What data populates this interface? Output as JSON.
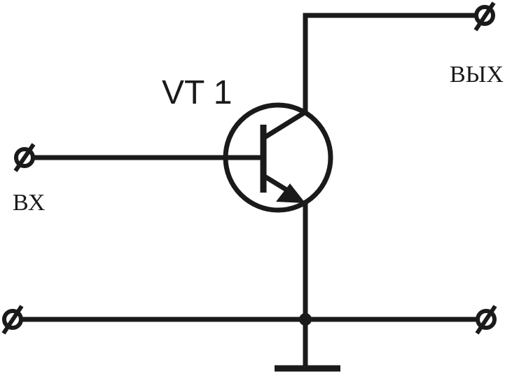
{
  "diagram": {
    "transistor_label": "VT 1",
    "input_label": "ВХ",
    "output_label": "ВЫХ"
  }
}
